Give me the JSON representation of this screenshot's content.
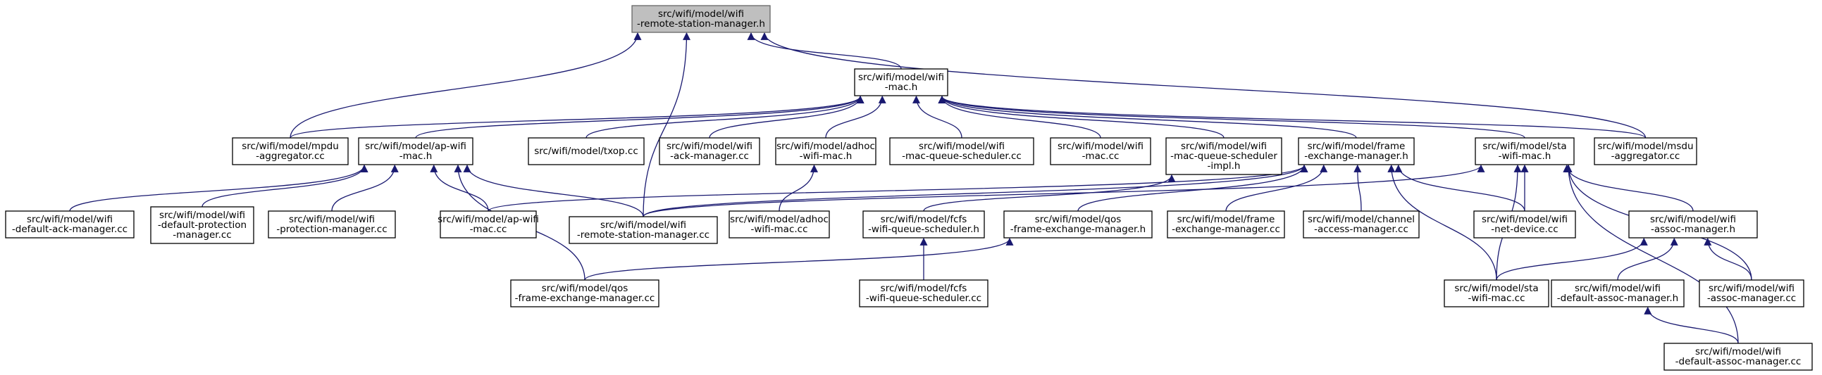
{
  "colors": {
    "edge": "#191970",
    "node_border": "#000000",
    "root_fill": "#bfbfbf",
    "node_fill": "#ffffff"
  },
  "nodes": [
    {
      "id": "n0",
      "lines": [
        "src/wifi/model/wifi",
        "-remote-station-manager.h"
      ],
      "root": true
    },
    {
      "id": "n1",
      "lines": [
        "src/wifi/model/wifi",
        "-mac.h"
      ]
    },
    {
      "id": "n2",
      "lines": [
        "src/wifi/model/mpdu",
        "-aggregator.cc"
      ]
    },
    {
      "id": "n3",
      "lines": [
        "src/wifi/model/wifi",
        "-remote-station-manager.cc"
      ]
    },
    {
      "id": "n4",
      "lines": [
        "src/wifi/model/msdu",
        "-aggregator.cc"
      ]
    },
    {
      "id": "n5",
      "lines": [
        "src/wifi/model/ap-wifi",
        "-mac.h"
      ]
    },
    {
      "id": "n6",
      "lines": [
        "src/wifi/model/txop.cc"
      ]
    },
    {
      "id": "n7",
      "lines": [
        "src/wifi/model/wifi",
        "-ack-manager.cc"
      ]
    },
    {
      "id": "n8",
      "lines": [
        "src/wifi/model/adhoc",
        "-wifi-mac.h"
      ]
    },
    {
      "id": "n9",
      "lines": [
        "src/wifi/model/wifi",
        "-mac-queue-scheduler.cc"
      ]
    },
    {
      "id": "n10",
      "lines": [
        "src/wifi/model/wifi",
        "-mac.cc"
      ]
    },
    {
      "id": "n11",
      "lines": [
        "src/wifi/model/wifi",
        "-mac-queue-scheduler",
        "-impl.h"
      ]
    },
    {
      "id": "n12",
      "lines": [
        "src/wifi/model/frame",
        "-exchange-manager.h"
      ]
    },
    {
      "id": "n13",
      "lines": [
        "src/wifi/model/sta",
        "-wifi-mac.h"
      ]
    },
    {
      "id": "n14",
      "lines": [
        "src/wifi/model/wifi",
        "-default-ack-manager.cc"
      ]
    },
    {
      "id": "n15",
      "lines": [
        "src/wifi/model/wifi",
        "-default-protection",
        "-manager.cc"
      ]
    },
    {
      "id": "n16",
      "lines": [
        "src/wifi/model/wifi",
        "-protection-manager.cc"
      ]
    },
    {
      "id": "n17",
      "lines": [
        "src/wifi/model/ap-wifi",
        "-mac.cc"
      ]
    },
    {
      "id": "n18",
      "lines": [
        "src/wifi/model/qos",
        "-frame-exchange-manager.cc"
      ]
    },
    {
      "id": "n19",
      "lines": [
        "src/wifi/model/adhoc",
        "-wifi-mac.cc"
      ]
    },
    {
      "id": "n20",
      "lines": [
        "src/wifi/model/fcfs",
        "-wifi-queue-scheduler.h"
      ]
    },
    {
      "id": "n21",
      "lines": [
        "src/wifi/model/fcfs",
        "-wifi-queue-scheduler.cc"
      ]
    },
    {
      "id": "n22",
      "lines": [
        "src/wifi/model/qos",
        "-frame-exchange-manager.h"
      ]
    },
    {
      "id": "n23",
      "lines": [
        "src/wifi/model/frame",
        "-exchange-manager.cc"
      ]
    },
    {
      "id": "n24",
      "lines": [
        "src/wifi/model/channel",
        "-access-manager.cc"
      ]
    },
    {
      "id": "n25",
      "lines": [
        "src/wifi/model/sta",
        "-wifi-mac.cc"
      ]
    },
    {
      "id": "n26",
      "lines": [
        "src/wifi/model/wifi",
        "-net-device.cc"
      ]
    },
    {
      "id": "n27",
      "lines": [
        "src/wifi/model/wifi",
        "-assoc-manager.h"
      ]
    },
    {
      "id": "n28",
      "lines": [
        "src/wifi/model/wifi",
        "-default-assoc-manager.h"
      ]
    },
    {
      "id": "n29",
      "lines": [
        "src/wifi/model/wifi",
        "-assoc-manager.cc"
      ]
    },
    {
      "id": "n30",
      "lines": [
        "src/wifi/model/wifi",
        "-default-assoc-manager.cc"
      ]
    }
  ],
  "edges": [
    {
      "from": "n2",
      "to": "n0"
    },
    {
      "from": "n3",
      "to": "n0"
    },
    {
      "from": "n1",
      "to": "n0"
    },
    {
      "from": "n4",
      "to": "n0"
    },
    {
      "from": "n2",
      "to": "n1"
    },
    {
      "from": "n5",
      "to": "n1"
    },
    {
      "from": "n6",
      "to": "n1"
    },
    {
      "from": "n7",
      "to": "n1"
    },
    {
      "from": "n8",
      "to": "n1"
    },
    {
      "from": "n9",
      "to": "n1"
    },
    {
      "from": "n10",
      "to": "n1"
    },
    {
      "from": "n11",
      "to": "n1"
    },
    {
      "from": "n12",
      "to": "n1"
    },
    {
      "from": "n13",
      "to": "n1"
    },
    {
      "from": "n4",
      "to": "n1"
    },
    {
      "from": "n14",
      "to": "n5"
    },
    {
      "from": "n15",
      "to": "n5"
    },
    {
      "from": "n16",
      "to": "n5"
    },
    {
      "from": "n17",
      "to": "n5"
    },
    {
      "from": "n18",
      "to": "n5"
    },
    {
      "from": "n3",
      "to": "n5"
    },
    {
      "from": "n19",
      "to": "n8"
    },
    {
      "from": "n20",
      "to": "n11"
    },
    {
      "from": "n21",
      "to": "n20"
    },
    {
      "from": "n18",
      "to": "n22"
    },
    {
      "from": "n17",
      "to": "n12"
    },
    {
      "from": "n3",
      "to": "n12"
    },
    {
      "from": "n22",
      "to": "n12"
    },
    {
      "from": "n23",
      "to": "n12"
    },
    {
      "from": "n24",
      "to": "n12"
    },
    {
      "from": "n25",
      "to": "n12"
    },
    {
      "from": "n26",
      "to": "n12"
    },
    {
      "from": "n3",
      "to": "n13"
    },
    {
      "from": "n26",
      "to": "n13"
    },
    {
      "from": "n27",
      "to": "n13"
    },
    {
      "from": "n25",
      "to": "n13"
    },
    {
      "from": "n29",
      "to": "n13"
    },
    {
      "from": "n30",
      "to": "n13"
    },
    {
      "from": "n25",
      "to": "n27"
    },
    {
      "from": "n28",
      "to": "n27"
    },
    {
      "from": "n29",
      "to": "n27"
    },
    {
      "from": "n30",
      "to": "n28"
    }
  ]
}
